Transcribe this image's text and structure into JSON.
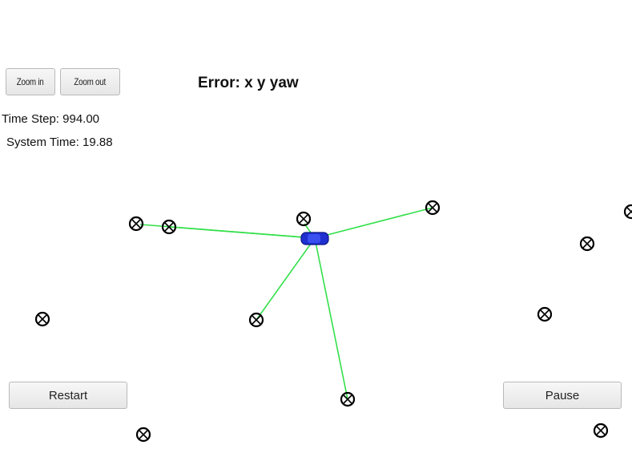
{
  "toolbar": {
    "zoom_in_label": "Zoom in",
    "zoom_out_label": "Zoom out"
  },
  "header": {
    "error_title": "Error: x y yaw"
  },
  "status": {
    "time_step": "Time Step: 994.00",
    "system_time": "System Time: 19.88"
  },
  "controls": {
    "restart_label": "Restart",
    "pause_label": "Pause"
  },
  "colors": {
    "observation_line": "#33e04a",
    "vehicle": "#1f2fd0",
    "landmark": "#000000",
    "background": "#ffffff"
  },
  "icons": {
    "landmark": "circled-x-icon",
    "vehicle": "car-icon"
  }
}
